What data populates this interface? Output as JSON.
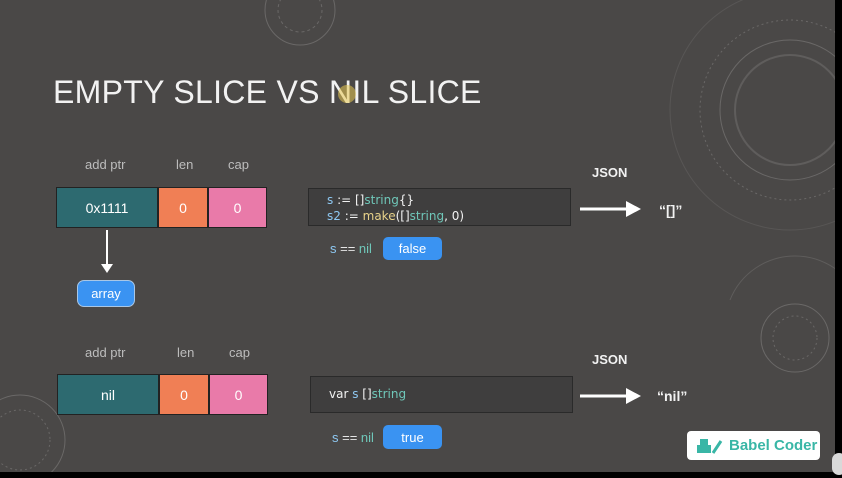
{
  "slide": {
    "title": "EMPTY SLICE VS NIL SLICE",
    "headers": {
      "ptr": "add ptr",
      "len": "len",
      "cap": "cap"
    },
    "colors": {
      "ptr": "#2d6a70",
      "len": "#f07f55",
      "cap": "#e97aa9",
      "pill": "#3a93f2",
      "background": "#4a4847"
    }
  },
  "empty": {
    "ptr": "0x1111",
    "len": "0",
    "cap": "0",
    "array_label": "array",
    "code_line1": {
      "a": "s",
      "b": " := ",
      "c": "[]",
      "d": "string",
      "e": "{}"
    },
    "code_line2": {
      "a": "s2",
      "b": " := ",
      "c": "make",
      "d": "([]",
      "e": "string",
      "f": ", 0)"
    },
    "cmp_left": "s",
    "cmp_op": " == ",
    "cmp_right": "nil",
    "result": "false",
    "json_label": "JSON",
    "json_output": "“[]”"
  },
  "nil": {
    "ptr": "nil",
    "len": "0",
    "cap": "0",
    "code_line1": {
      "a": "var ",
      "b": "s",
      "c": " []",
      "d": "string"
    },
    "cmp_left": "s",
    "cmp_op": " == ",
    "cmp_right": "nil",
    "result": "true",
    "json_label": "JSON",
    "json_output": "“nil”"
  },
  "logo": {
    "text": "Babel Coder",
    "icon": "babel-coder-logo-icon"
  }
}
